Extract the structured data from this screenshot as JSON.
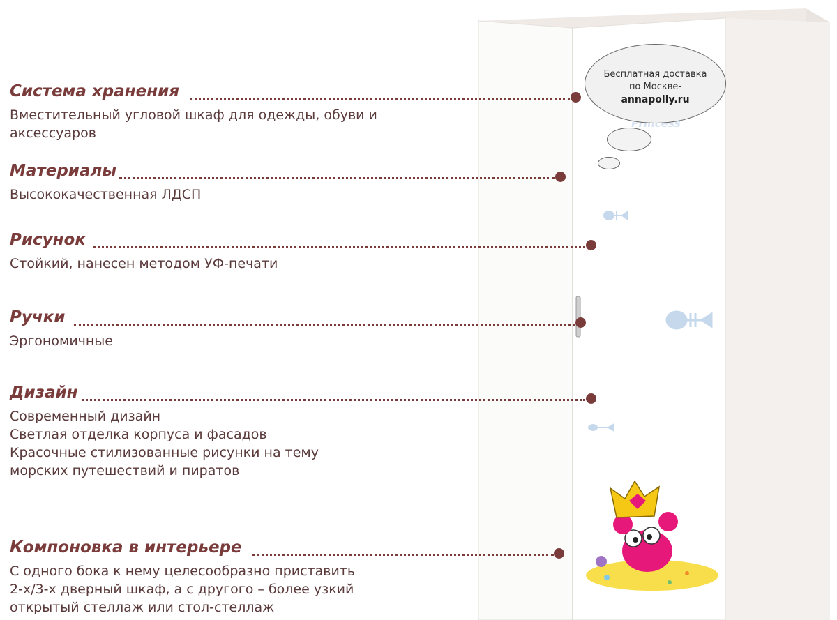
{
  "bubble": {
    "line1": "Бесплатная доставка",
    "line2": "по Москве-",
    "site": "annapolly.ru"
  },
  "wardrobe_logo": "Princess",
  "features": [
    {
      "title": "Система хранения",
      "lines": [
        "Вместительный угловой шкаф для одежды, обуви и",
        "аксессуаров"
      ]
    },
    {
      "title": "Материалы",
      "lines": [
        "Высококачественная ЛДСП"
      ]
    },
    {
      "title": "Рисунок",
      "lines": [
        "Стойкий, нанесен методом УФ-печати"
      ]
    },
    {
      "title": "Ручки",
      "lines": [
        "Эргономичные"
      ]
    },
    {
      "title": "Дизайн",
      "lines": [
        "Современный дизайн",
        "Светлая отделка корпуса и фасадов",
        "Красочные стилизованные рисунки на тему",
        "морских путешествий и пиратов"
      ]
    },
    {
      "title": "Компоновка в интерьере",
      "lines": [
        "С одного бока к нему целесообразно приставить",
        "2-х/3-х дверный шкаф, а с другого – более узкий",
        "открытый стеллаж или стол-стеллаж"
      ]
    }
  ],
  "colors": {
    "accent": "#7a3b3b",
    "text": "#5a3a3a",
    "fish": "#c6d9ec"
  }
}
